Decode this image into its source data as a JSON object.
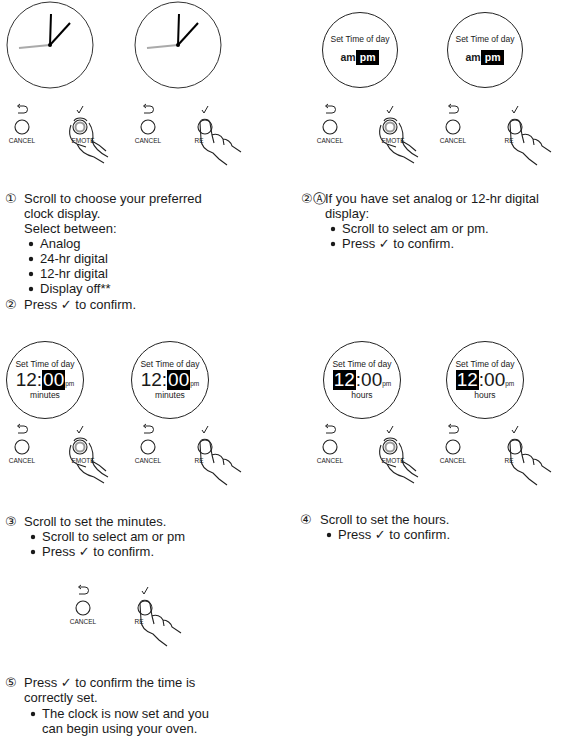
{
  "diagram": {
    "nodes": [
      {
        "text": [
          "Set Time of day",
          "am",
          "pm"
        ]
      },
      {
        "text": [
          "Set Time of day",
          "am",
          "pm"
        ]
      },
      {
        "text": [
          "Set Time of day",
          "12",
          ":",
          "00",
          "pm",
          "minutes"
        ]
      },
      {
        "text": [
          "Set Time of day",
          "12",
          ":",
          "00",
          "pm",
          "minutes"
        ]
      },
      {
        "text": [
          "Set Time of day",
          "12",
          ":",
          "00",
          "pm",
          "hours"
        ]
      },
      {
        "text": [
          "Set Time of day",
          "12",
          ":",
          "00",
          "pm",
          "hours"
        ]
      }
    ],
    "edges": [],
    "labels": [
      "CANCEL",
      "EMOTE",
      "CANCEL",
      "RE",
      "CANCEL",
      "EMOTE",
      "CANCEL",
      "RE",
      "CANCEL",
      "EMOTE",
      "CANCEL",
      "RE",
      "CANCEL",
      "EMOTE",
      "CANCEL",
      "RE",
      "CANCEL",
      "RE",
      "①",
      "Scroll to choose your preferred clock display.",
      "Select between:",
      "Analog",
      "24-hr digital",
      "12-hr digital",
      "Display off**",
      "②",
      "Press ✓ to confirm.",
      "②Ⓐ",
      "If you have set analog or 12-hr digital display:",
      "Scroll to select am or pm.",
      "Press ✓ to confirm.",
      "③",
      "Scroll to set the minutes.",
      "Scroll to select am or pm",
      "Press ✓ to confirm.",
      "④",
      "Scroll to set the hours.",
      "Press ✓ to confirm.",
      "⑤",
      "Press ✓ to confirm the time is correctly set.",
      "The clock is now set and you can begin using your oven."
    ]
  }
}
